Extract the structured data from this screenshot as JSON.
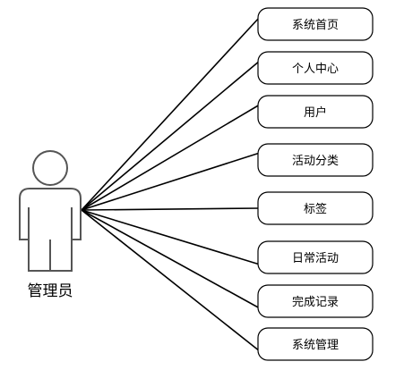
{
  "actor": {
    "label": "管理员",
    "icon": "person-icon"
  },
  "use_cases": [
    {
      "label": "系统首页"
    },
    {
      "label": "个人中心"
    },
    {
      "label": "用户"
    },
    {
      "label": "活动分类"
    },
    {
      "label": "标签"
    },
    {
      "label": "日常活动"
    },
    {
      "label": "完成记录"
    },
    {
      "label": "系统管理"
    }
  ],
  "colors": {
    "line": "#000000",
    "actor_stroke": "#555555",
    "box_fill": "#ffffff"
  }
}
